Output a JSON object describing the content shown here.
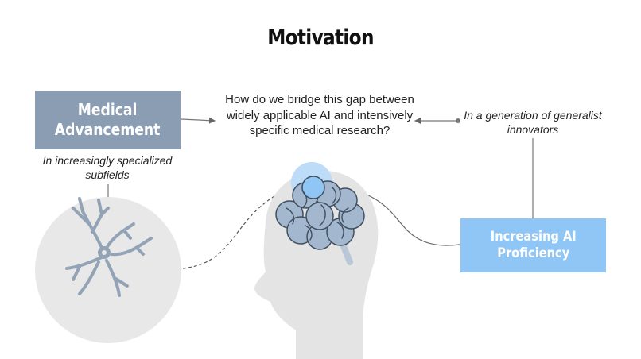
{
  "slide": {
    "title": "Motivation",
    "question": "How do we bridge this gap between widely applicable AI and intensively specific medical research?",
    "medical_box": {
      "line1": "Medical",
      "line2": "Advancement",
      "caption": "In increasingly specialized subfields",
      "color": "#8a9db3"
    },
    "ai_box": {
      "line1": "Increasing AI",
      "line2": "Proficiency",
      "caption": "In a generation of generalist innovators",
      "color": "#8fc6f5"
    },
    "icons": [
      "neuron-icon",
      "head-silhouette-icon",
      "brain-icon"
    ]
  }
}
